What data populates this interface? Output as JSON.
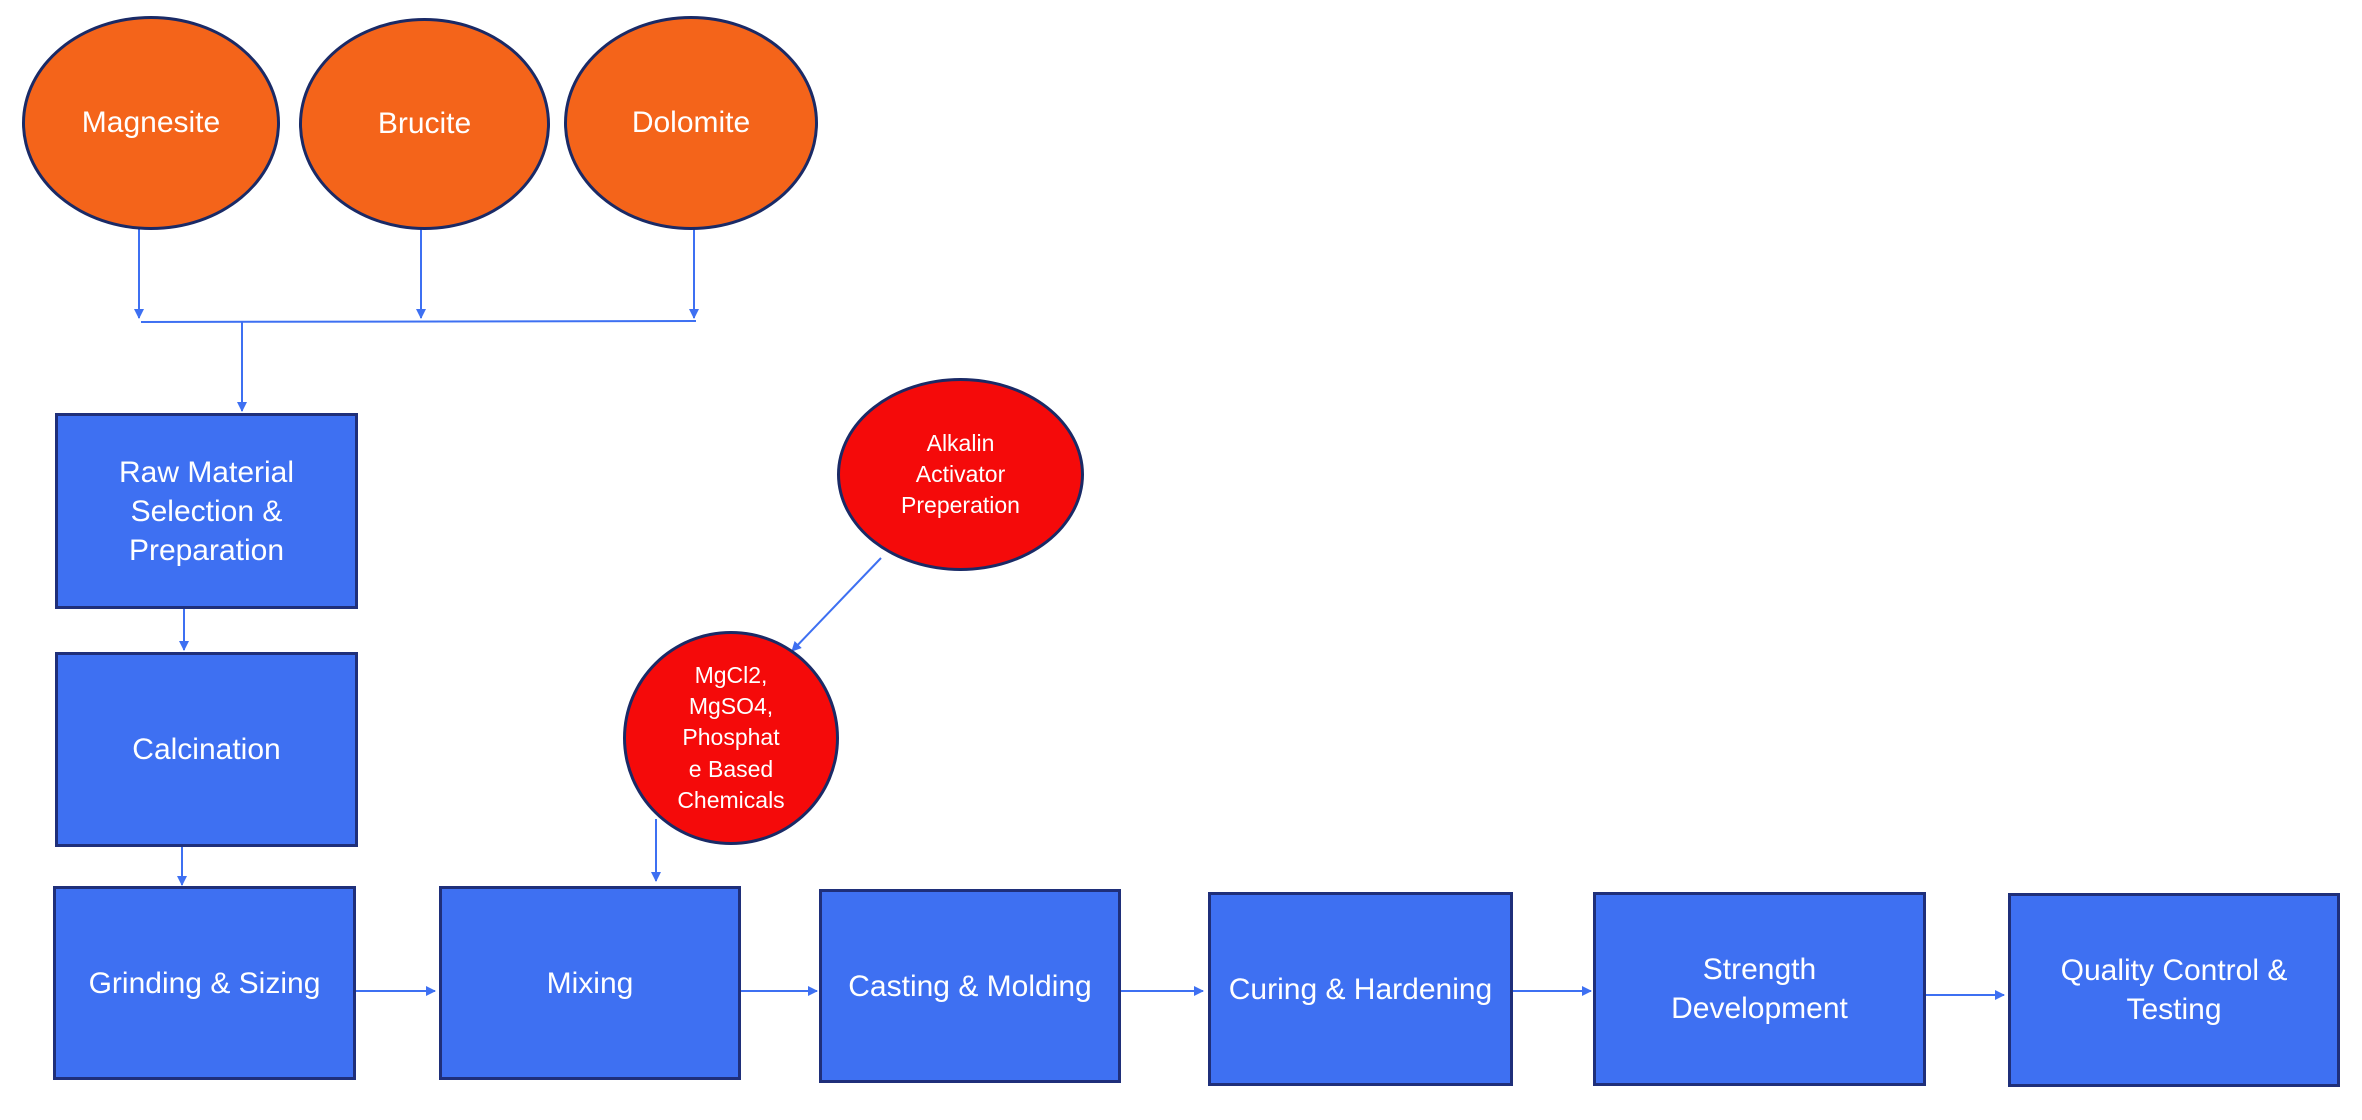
{
  "diagram": {
    "sources": {
      "magnesite": "Magnesite",
      "brucite": "Brucite",
      "dolomite": "Dolomite"
    },
    "steps": {
      "raw_material": "Raw Material\nSelection &\nPreparation",
      "calcination": "Calcination",
      "grinding": "Grinding & Sizing",
      "mixing": "Mixing",
      "casting": "Casting & Molding",
      "curing": "Curing & Hardening",
      "strength": "Strength\nDevelopment",
      "quality": "Quality Control &\nTesting"
    },
    "inputs": {
      "activator": "Alkalin\nActivator\nPreperation",
      "chemicals": "MgCl2,\nMgSO4,\nPhosphat\ne Based\nChemicals"
    },
    "colors": {
      "process_box": "#3e70f2",
      "mineral_source": "#f4641a",
      "chemical_input": "#f50a0a",
      "connector": "#3e70f2",
      "border": "#1f2f7a"
    }
  }
}
